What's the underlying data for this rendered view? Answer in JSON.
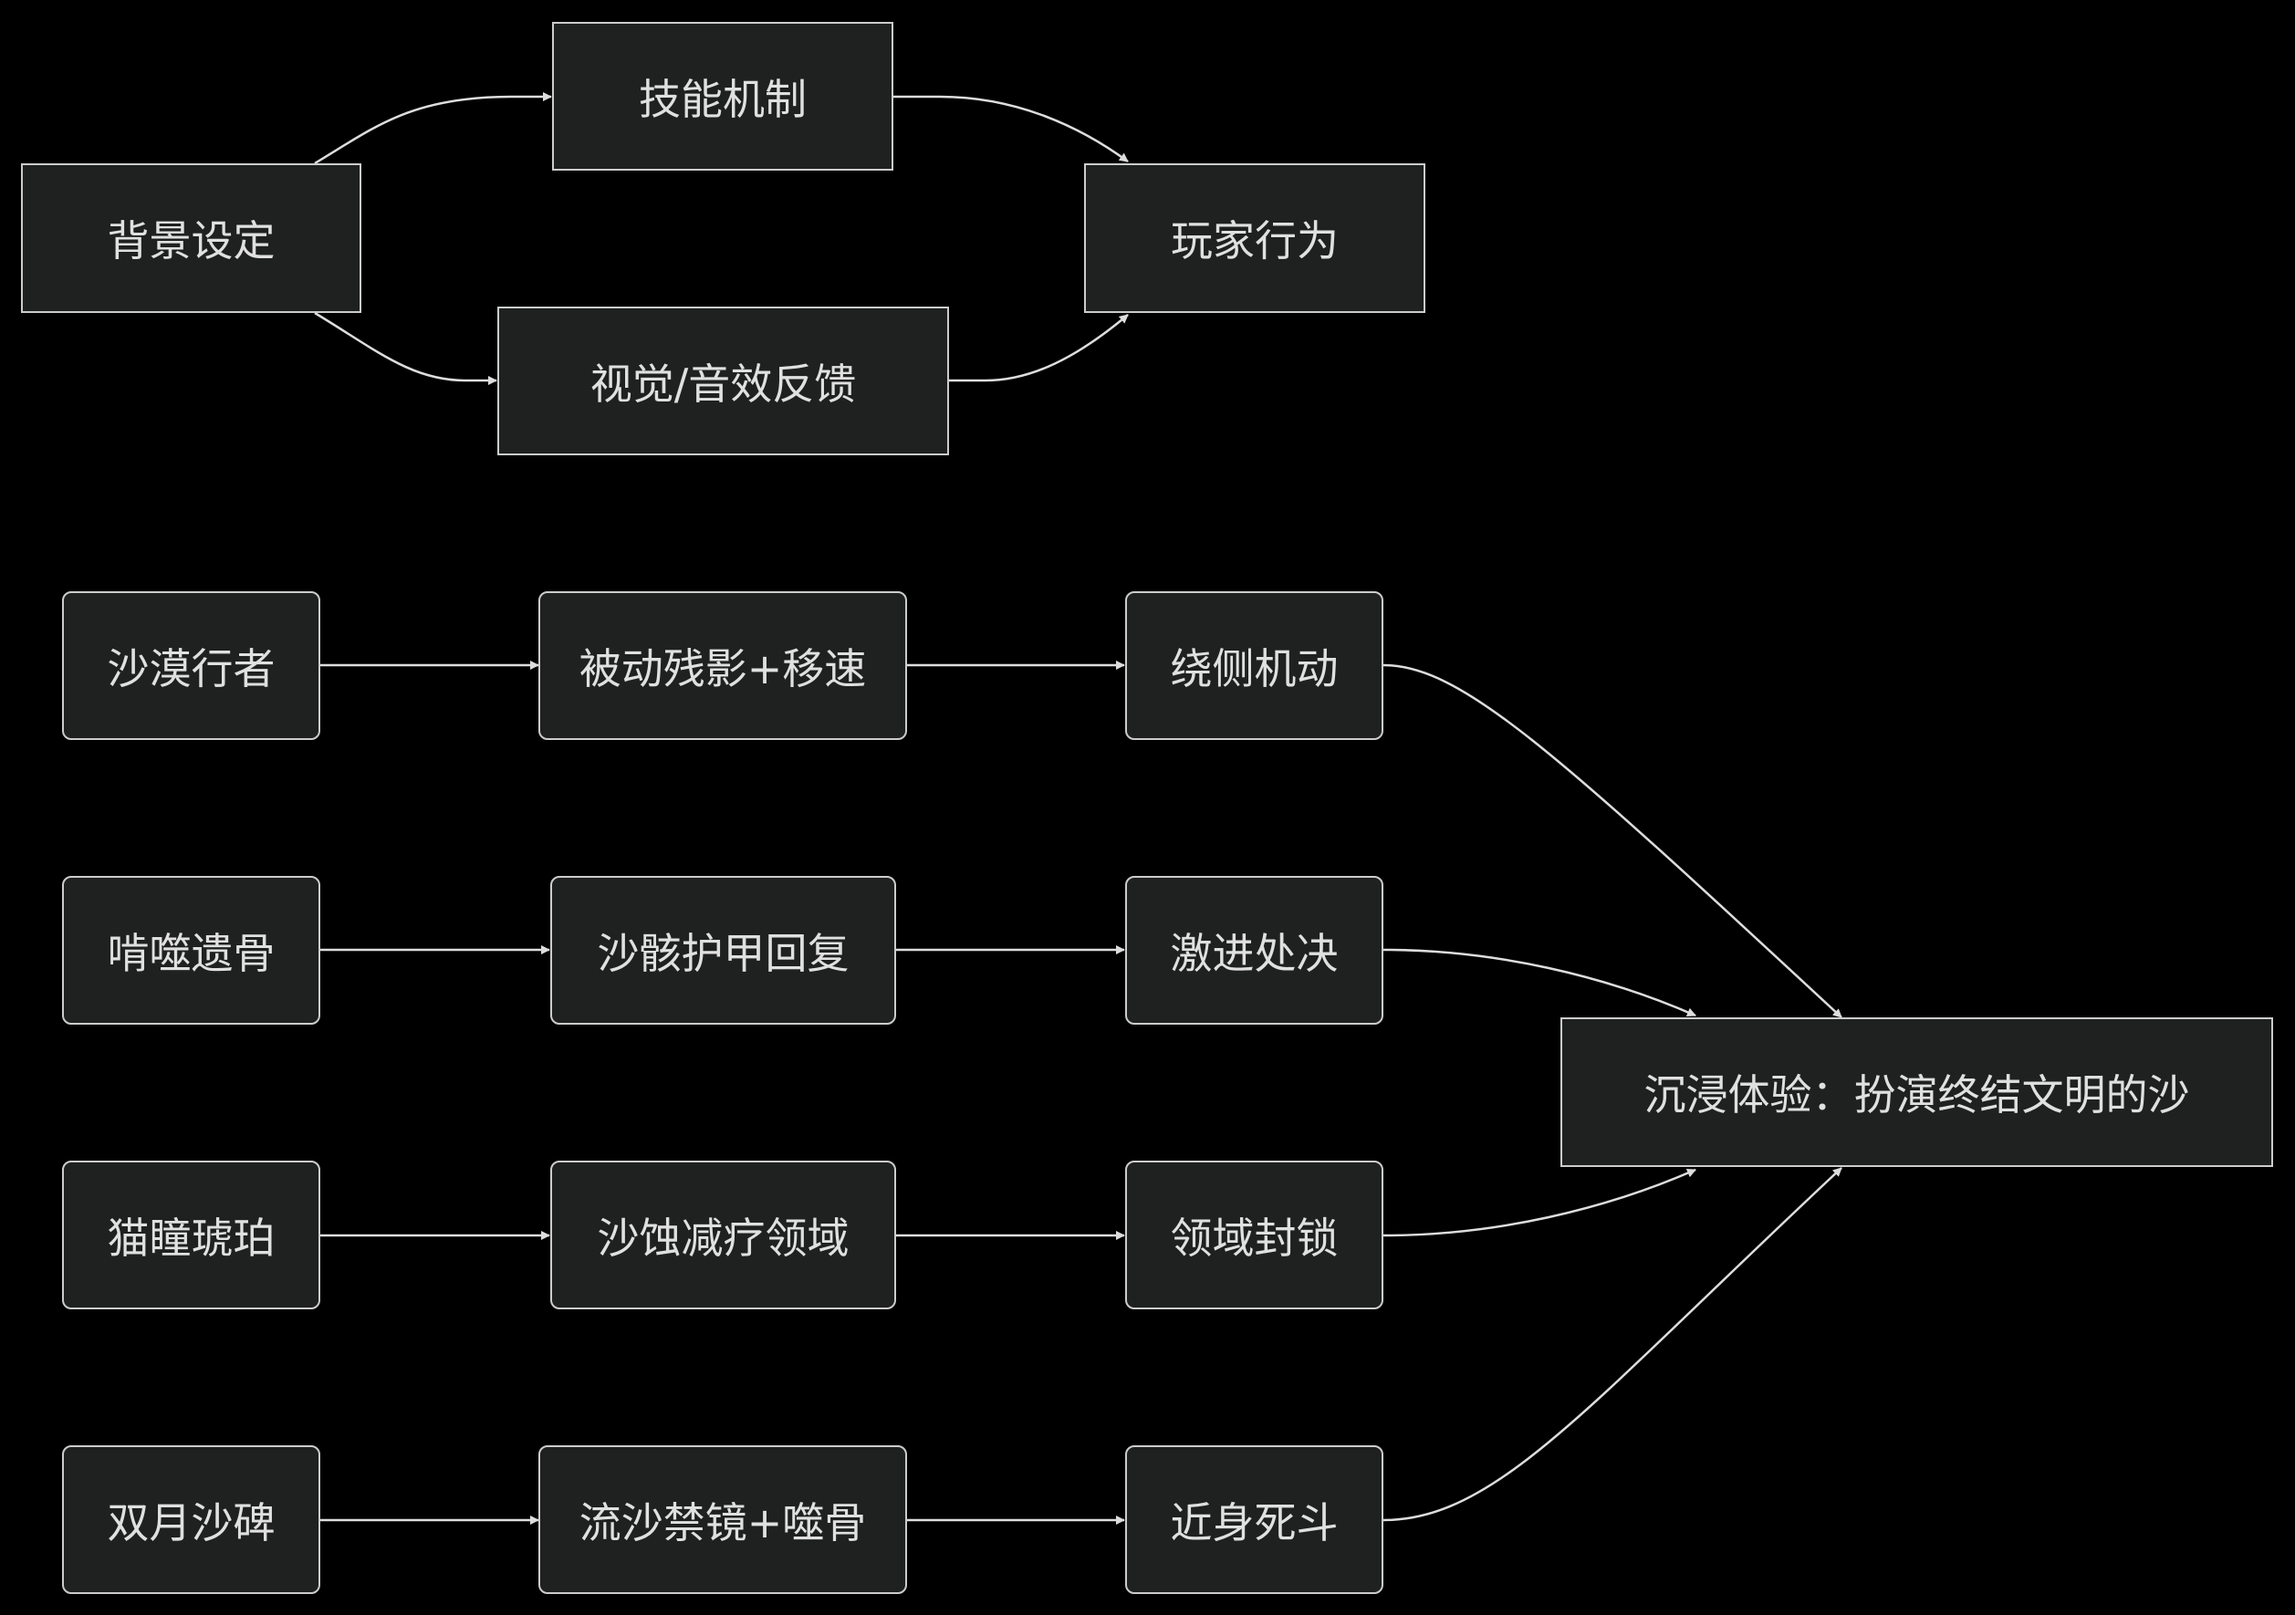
{
  "diagram": {
    "nodes": {
      "bg": "背景设定",
      "skill": "技能机制",
      "av": "视觉/音效反馈",
      "player": "玩家行为",
      "r1c1": "沙漠行者",
      "r1c2": "被动残影+移速",
      "r1c3": "绕侧机动",
      "r2c1": "啃噬遗骨",
      "r2c2": "沙骸护甲回复",
      "r2c3": "激进处决",
      "r3c1": "猫瞳琥珀",
      "r3c2": "沙蚀减疗领域",
      "r3c3": "领域封锁",
      "r4c1": "双月沙碑",
      "r4c2": "流沙禁镜+噬骨",
      "r4c3": "近身死斗",
      "final": "沉浸体验：扮演终结文明的沙"
    },
    "edges": [
      [
        "bg",
        "skill"
      ],
      [
        "bg",
        "av"
      ],
      [
        "skill",
        "player"
      ],
      [
        "av",
        "player"
      ],
      [
        "r1c1",
        "r1c2"
      ],
      [
        "r1c2",
        "r1c3"
      ],
      [
        "r1c3",
        "final"
      ],
      [
        "r2c1",
        "r2c2"
      ],
      [
        "r2c2",
        "r2c3"
      ],
      [
        "r2c3",
        "final"
      ],
      [
        "r3c1",
        "r3c2"
      ],
      [
        "r3c2",
        "r3c3"
      ],
      [
        "r3c3",
        "final"
      ],
      [
        "r4c1",
        "r4c2"
      ],
      [
        "r4c2",
        "r4c3"
      ],
      [
        "r4c3",
        "final"
      ]
    ],
    "colors": {
      "background": "#000000",
      "node_fill": "#1f2020",
      "node_border": "#cccccc",
      "text": "#e0e0e0",
      "edge": "#dddddd"
    }
  }
}
